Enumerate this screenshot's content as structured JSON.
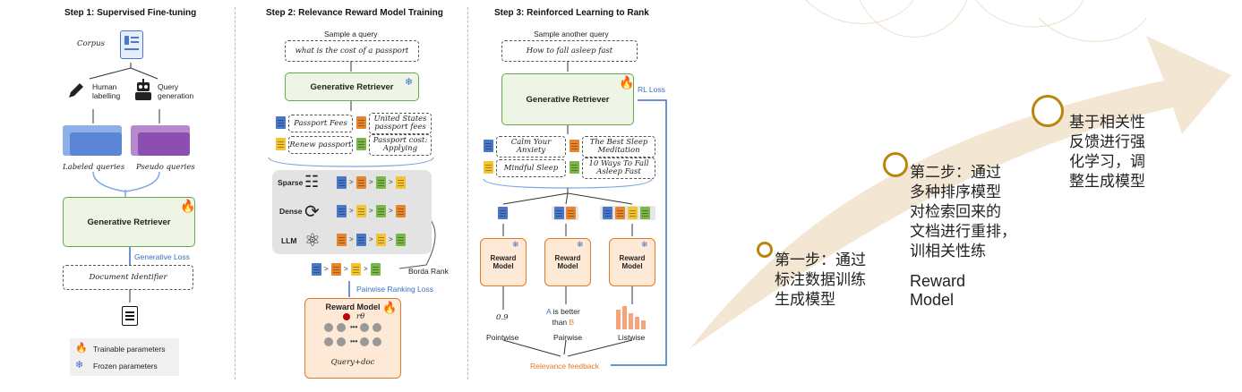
{
  "step1": {
    "title": "Step 1: Supervised Fine-tuning",
    "corpus": "Corpus",
    "human_labelling": "Human\nlabelling",
    "query_generation": "Query\ngeneration",
    "labeled_queries": "Labeled queries",
    "pseudo_queries": "Pseudo queries",
    "generative_retriever": "Generative Retriever",
    "generative_loss": "Generative Loss",
    "document_identifier": "Document Identifier",
    "legend_trainable": "Trainable parameters",
    "legend_frozen": "Frozen parameters"
  },
  "step2": {
    "title": "Step 2: Relevance Reward Model Training",
    "sample_query": "Sample a query",
    "query_text": "what is the cost of a passport",
    "generative_retriever": "Generative Retriever",
    "docs": [
      "Passport Fees",
      "United States passport fees",
      "Renew passport",
      "Passport cost: Applying"
    ],
    "rankers": [
      "Sparse",
      "Dense",
      "LLM"
    ],
    "borda_rank": "Borda Rank",
    "pairwise_loss": "Pairwise Ranking Loss",
    "reward_model": "Reward Model",
    "theta": "rθ",
    "query_doc": "Query+doc"
  },
  "step3": {
    "title": "Step 3: Reinforced Learning to Rank",
    "sample_query": "Sample another query",
    "query_text": "How to fall asleep fast",
    "generative_retriever": "Generative Retriever",
    "rl_loss": "RL Loss",
    "docs": [
      "Calm Your Anxiety",
      "The Best Sleep Meditation",
      "Mindful Sleep",
      "10 Ways To Fall Asleep Fast"
    ],
    "reward_model": "Reward\nModel",
    "pointwise_value": "0.9",
    "pairwise_a": "A",
    "pairwise_text1": " is better",
    "pairwise_text2": "than ",
    "pairwise_b": "B",
    "modes": [
      "Pointwise",
      "Pairwise",
      "Listwise"
    ],
    "relevance_feedback": "Relevance feedback"
  },
  "right": {
    "step_one": "第一步：通过\n标注数据训练\n生成模型",
    "step_two_cn": "第二步：通过\n多种排序模型\n对检索回来的\n文档进行重排，\n训相关性练",
    "step_two_en": "Reward\nModel",
    "step_three": "基于相关性\n反馈进行强\n化学习，调\n整生成模型"
  },
  "colors": {
    "green_border": "#6aa84f",
    "orange_border": "#e07b2a",
    "blue_link": "#3b6fc4",
    "gold": "#b8860b",
    "arrow_fill": "#f3e6d3"
  }
}
